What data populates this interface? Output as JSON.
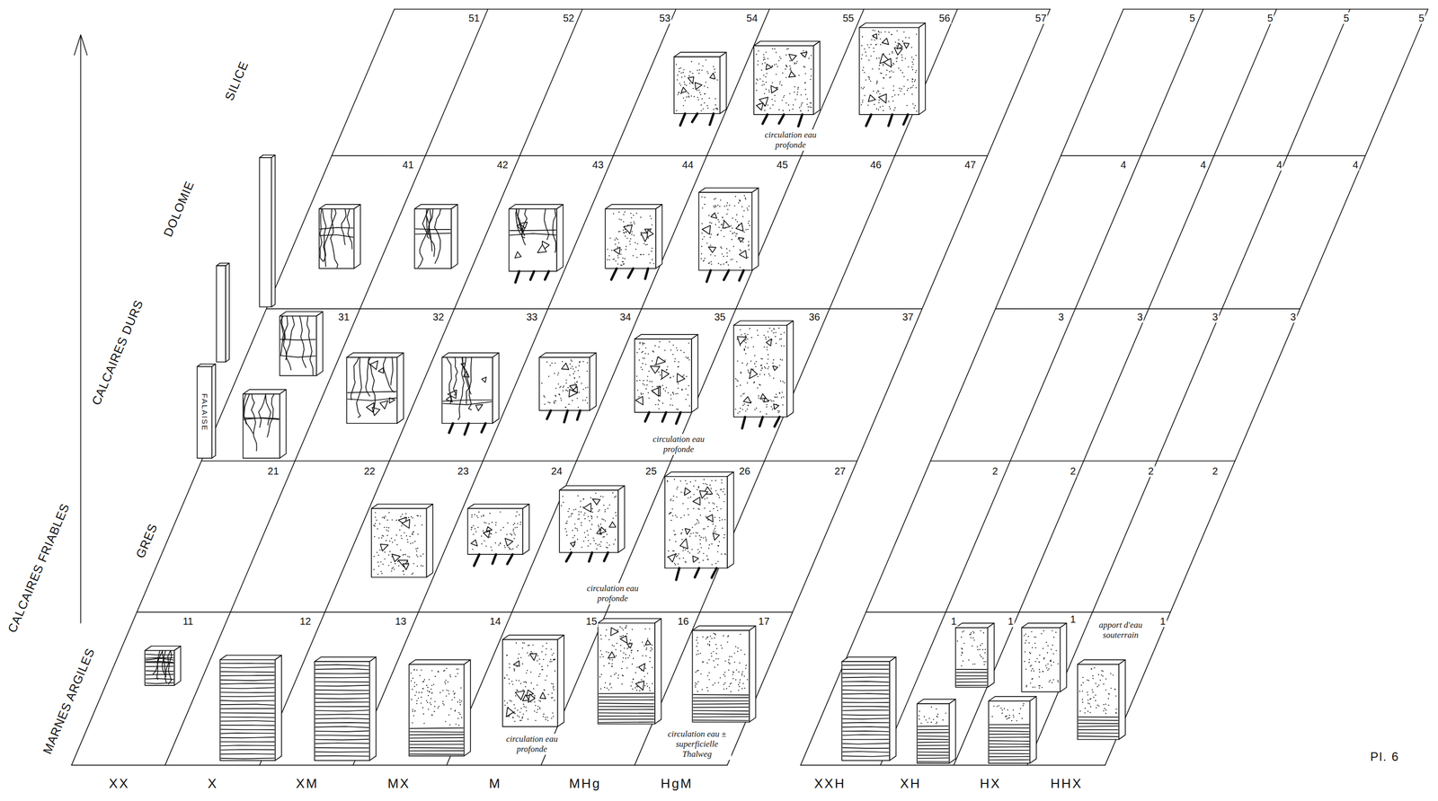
{
  "diagram": {
    "labels": [
      "SILICE",
      "DOLOMIE",
      "CALCAIRES DURS",
      "GRES",
      "CALCAIRES FRIABLES",
      "MARNES ARGILES",
      "FALAISE",
      "51",
      "52",
      "53",
      "54",
      "55",
      "56",
      "57",
      "5",
      "5",
      "5",
      "5",
      "circulation eau profonde",
      "41",
      "42",
      "43",
      "44",
      "45",
      "46",
      "47",
      "4",
      "4",
      "4",
      "4",
      "31",
      "32",
      "33",
      "34",
      "35",
      "36",
      "37",
      "3",
      "3",
      "3",
      "3",
      "circulation eau profonde",
      "21",
      "22",
      "23",
      "24",
      "25",
      "26",
      "27",
      "2",
      "2",
      "2",
      "2",
      "circulation eau profonde",
      "11",
      "12",
      "13",
      "14",
      "15",
      "16",
      "17",
      "1",
      "1",
      "1",
      "1",
      "apport d'eau souterrain",
      "circulation eau profonde",
      "circulation eau ± superficielle Thalweg",
      "XX",
      "X",
      "XM",
      "MX",
      "M",
      "MHg",
      "HgM",
      "XXH",
      "XH",
      "HX",
      "HHX",
      "Pl. 6"
    ]
  }
}
